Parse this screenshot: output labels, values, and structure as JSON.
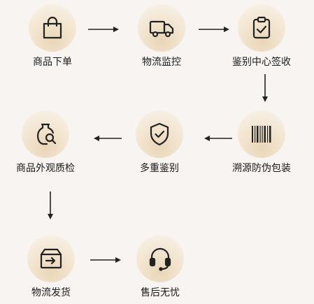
{
  "steps": [
    {
      "label": "商品下单",
      "icon": "shopping-bag-icon"
    },
    {
      "label": "物流监控",
      "icon": "delivery-truck-icon"
    },
    {
      "label": "鉴别中心签收",
      "icon": "clipboard-check-icon"
    },
    {
      "label": "溯源防伪包装",
      "icon": "barcode-icon"
    },
    {
      "label": "多重鉴别",
      "icon": "shield-check-icon"
    },
    {
      "label": "商品外观质检",
      "icon": "vase-magnifier-icon"
    },
    {
      "label": "物流发货",
      "icon": "shipping-box-icon"
    },
    {
      "label": "售后无忧",
      "icon": "headset-icon"
    }
  ],
  "colors": {
    "background": "#f8f4f1",
    "icon_stroke": "#222222",
    "circle": "#ead6b8"
  }
}
